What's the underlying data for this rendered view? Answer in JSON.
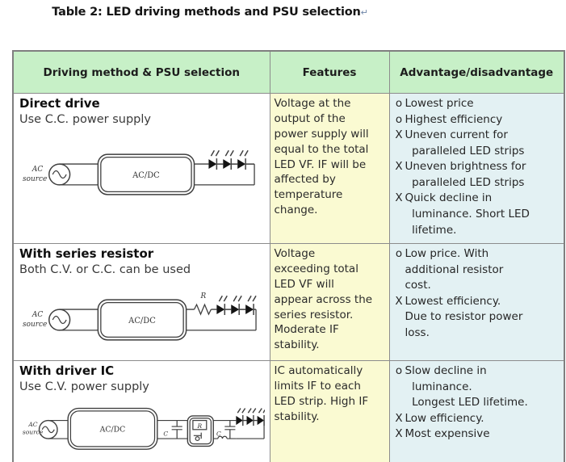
{
  "title": {
    "text": "Table 2: LED driving methods and PSU selection",
    "return_mark": "↵"
  },
  "colors": {
    "header_bg": "#c7f0c7",
    "features_bg": "#fafad2",
    "advantage_bg": "#e3f1f3",
    "border": "#8c8c8c"
  },
  "table": {
    "headers": [
      "Driving method & PSU selection",
      "Features",
      "Advantage/disadvantage"
    ],
    "rows": [
      {
        "method": "Direct drive",
        "psu": "Use C.C. power supply",
        "circuit": {
          "source_line1": "AC",
          "source_line2": "source",
          "converter": "AC/DC"
        },
        "features": "Voltage at the\noutput of the\npower supply will\nequal to the total\nLED VF. IF will be\naffected by\ntemperature\nchange.",
        "points": [
          {
            "marker": "o",
            "text": "Lowest price"
          },
          {
            "marker": "o",
            "text": "Highest efficiency"
          },
          {
            "marker": "X",
            "text": "Uneven current for\n  paralleled LED strips"
          },
          {
            "marker": "X",
            "text": "Uneven brightness for\n  paralleled LED strips"
          },
          {
            "marker": "X",
            "text": "Quick decline in\n  luminance. Short LED\n  lifetime."
          }
        ]
      },
      {
        "method": "With series resistor",
        "psu": "Both C.V. or C.C. can be used",
        "circuit": {
          "source_line1": "AC",
          "source_line2": "source",
          "converter": "AC/DC",
          "resistor": "R"
        },
        "features": "Voltage\nexceeding total\nLED VF will\nappear across the\nseries resistor.\nModerate IF\nstability.",
        "points": [
          {
            "marker": "o",
            "text": "Low price. With\nadditional resistor\ncost."
          },
          {
            "marker": "X",
            "text": "Lowest efficiency.\nDue to resistor power\nloss."
          }
        ]
      },
      {
        "method": "With driver IC",
        "psu": "Use C.V. power supply",
        "circuit": {
          "source_line1": "AC",
          "source_line2": "source",
          "converter": "AC/DC",
          "cap_in": "C",
          "ic_resistor": "R",
          "cap_out": "C"
        },
        "features": "IC automatically\nlimits IF to each\nLED strip. High IF\nstability.",
        "points": [
          {
            "marker": "o",
            "text": "Slow decline in\n  luminance.\n  Longest LED lifetime."
          },
          {
            "marker": "X",
            "text": "Low efficiency."
          },
          {
            "marker": "X",
            "text": "Most expensive"
          }
        ]
      }
    ]
  }
}
